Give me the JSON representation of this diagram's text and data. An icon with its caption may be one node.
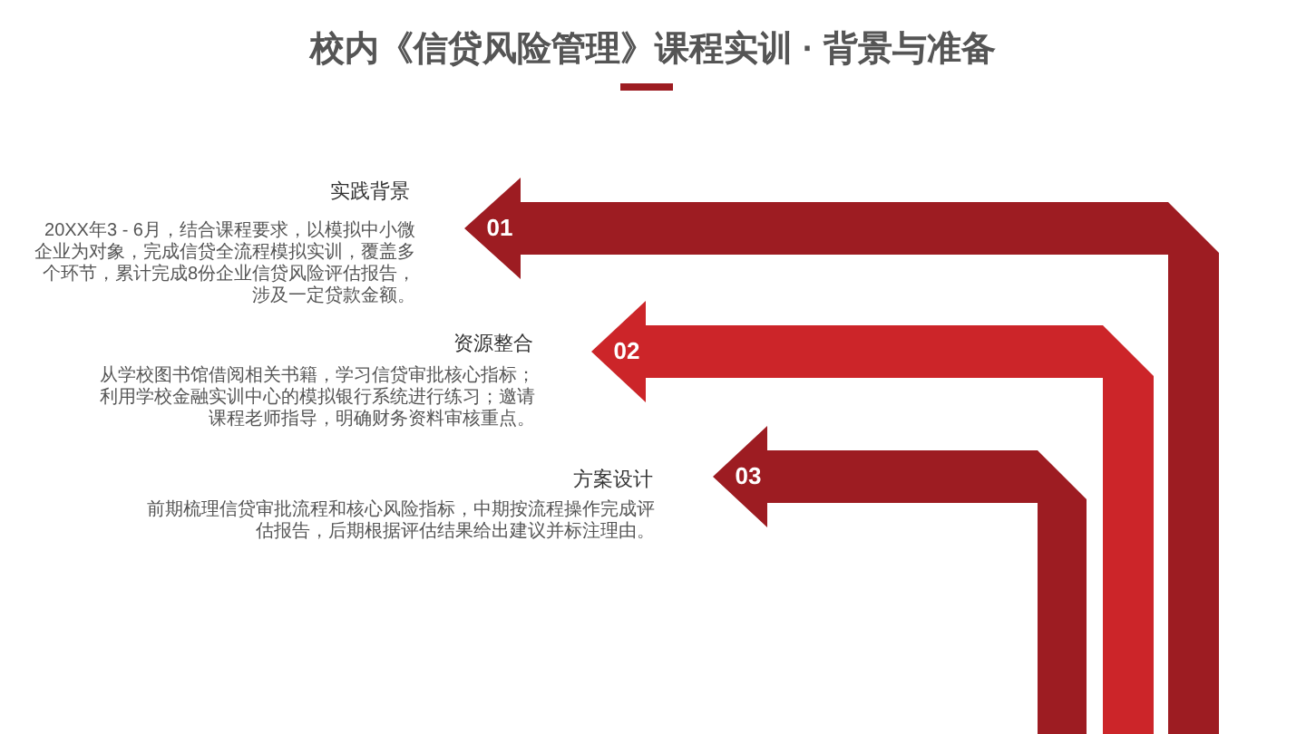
{
  "diagram": {
    "title": "校内《信贷风险管理》课程实训 · 背景与准备",
    "nodes": [
      {
        "text": [
          "01"
        ]
      },
      {
        "text": [
          "02"
        ]
      },
      {
        "text": [
          "03"
        ]
      }
    ],
    "labels": [
      "实践背景",
      "20XX年3 - 6月，结合课程要求，以模拟中小微企业为对象，完成信贷全流程模拟实训，覆盖多个环节，累计完成8份企业信贷风险评估报告，涉及一定贷款金额。",
      "资源整合",
      "从学校图书馆借阅相关书籍，学习信贷审批核心指标；利用学校金融实训中心的模拟银行系统进行练习；邀请课程老师指导，明确财务资料审核重点。",
      "方案设计",
      "前期梳理信贷审批流程和核心风险指标，中期按流程操作完成评估报告，后期根据评估结果给出建议并标注理由。"
    ]
  }
}
